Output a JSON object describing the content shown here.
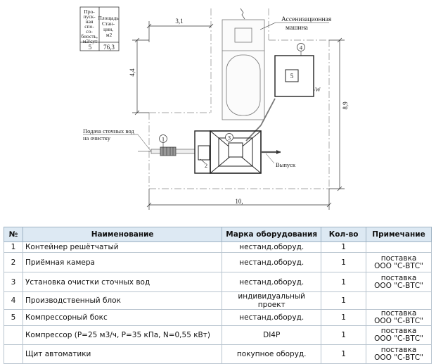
{
  "drawing": {
    "mini_table": {
      "col1_header": [
        "Про-",
        "пуск-",
        "ная",
        "спо-",
        "со-",
        "бность,",
        "м3/сут"
      ],
      "col2_header": [
        "Площадь",
        "Стан-",
        "ции,",
        "м2"
      ],
      "col1_value": "5",
      "col2_value": "76,3"
    },
    "dim_top": "3,1",
    "dim_left": "4,4",
    "dim_right": "8,9",
    "dim_bottom": "10,",
    "label_truck": [
      "Ассенизационная",
      "машина"
    ],
    "label_inlet": [
      "Подача сточных вод",
      "на очистку"
    ],
    "label_outlet": "Выпуск",
    "label_w": "W",
    "callouts": [
      "1",
      "2",
      "3",
      "4",
      "5"
    ]
  },
  "table": {
    "headers": [
      "№",
      "Наименование",
      "Марка оборудования",
      "Кол-во",
      "Примечание"
    ],
    "rows": [
      {
        "num": "1",
        "name": "Контейнер решётчатый",
        "brand": "нестанд.оборуд.",
        "qty": "1",
        "note": [
          "",
          ""
        ]
      },
      {
        "num": "2",
        "name": "Приёмная камера",
        "brand": "нестанд.оборуд.",
        "qty": "1",
        "note": [
          "поставка",
          "ООО \"С-ВТС\""
        ]
      },
      {
        "num": "3",
        "name": "Установка очистки сточных вод",
        "brand": "нестанд.оборуд.",
        "qty": "1",
        "note": [
          "поставка",
          "ООО \"С-ВТС\""
        ]
      },
      {
        "num": "4",
        "name": "Производственный блок",
        "brand": "индивидуальный проект",
        "qty": "1",
        "note": [
          "",
          ""
        ]
      },
      {
        "num": "5",
        "name": "Компрессорный бокс",
        "brand": "нестанд.оборуд.",
        "qty": "1",
        "note": [
          "поставка",
          "ООО \"С-ВТС\""
        ]
      },
      {
        "num": "",
        "name": "Компрессор (Р=25 м3/ч, Р=35 кПа, N=0,55 кВт)",
        "brand": "DI4P",
        "qty": "1",
        "note": [
          "поставка",
          "ООО \"С-ВТС\""
        ]
      },
      {
        "num": "",
        "name": "Щит автоматики",
        "brand": "покупное оборуд.",
        "qty": "1",
        "note": [
          "поставка",
          "ООО \"С-ВТС\""
        ]
      }
    ]
  }
}
